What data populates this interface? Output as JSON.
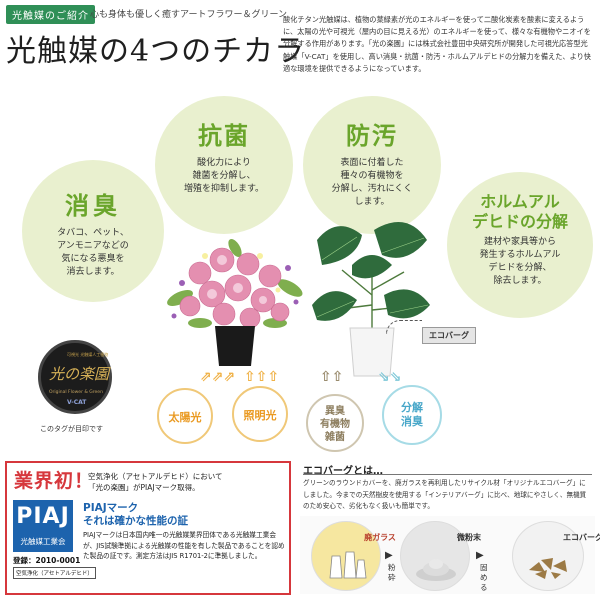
{
  "header": {
    "tag": "光触媒のご紹介",
    "subtitle": "心も身体も優しく癒すアートフラワー＆グリーン",
    "title": "光触媒の4つのチカラ",
    "intro": "酸化チタン光触媒は、植物の葉緑素が光のエネルギーを使って二酸化炭素を酸素に変えるように、太陽の光や可視光（屋内の目に見える光）のエネルギーを使って、様々な有機物やニオイを分解する作用があります。「光の楽園」には株式会社豊田中央研究所が開発した可視光応答型光触媒「V-CAT」を使用し、高い消臭・抗菌・防汚・ホルムアルデヒドの分解力を備えた、より快適な環境を提供できるようになっています。"
  },
  "features": {
    "antibacterial": {
      "title": "抗菌",
      "desc": "酸化力により\n雑菌を分解し、\n増殖を抑制します。"
    },
    "antistain": {
      "title": "防汚",
      "desc": "表面に付着した\n種々の有機物を\n分解し、汚れにくく\nします。"
    },
    "deodorize": {
      "title": "消臭",
      "desc": "タバコ、ペット、\nアンモニアなどの\n気になる悪臭を\n消去します。"
    },
    "formaldehyde": {
      "title": "ホルムアル\nデヒドの分解",
      "desc": "建材や家具等から\n発生するホルムアル\nデヒドを分解、\n除去します。"
    }
  },
  "badge": {
    "small": "可視光 光触媒人工植物",
    "script": "光の楽園",
    "english": "Original Flower & Green",
    "vcat": "V-CAT",
    "caption": "このタグが目印です"
  },
  "light": {
    "sun": "太陽光",
    "interior": "照明光",
    "odor": "異臭\n有機物\n雑菌",
    "decompose": "分解\n消臭",
    "arrow_warm": "⇗⇗⇗",
    "arrow_up": "⇧⇧⇧",
    "arrow_cool": "⇘⇘",
    "arrow_dark": "⇧⇧"
  },
  "eco_tag": "エコバーグ",
  "certification": {
    "title": "業界初！",
    "note": "空気浄化（アセトアルデヒド）において\n「光の楽園」がPIAJマーク取得。",
    "logo": "PIAJ",
    "org": "光触媒工業会",
    "registration": "登録：2010-0001",
    "category": "空気浄化（アセトアルデヒド）",
    "headline": "PIAJマーク\nそれは確かな性能の証",
    "body": "PIAJマークは日本国内唯一の光触媒業界団体である光触媒工業会が、JIS試験準拠による光触媒の性能を有した製品であることを認めた製品の証です。測定方法はJIS R1701-2に準拠しました。"
  },
  "eco_section": {
    "heading": "エコバーグとは…",
    "text": "グリーンのラウンドカバーを、廃ガラスを再利用したリサイクル材「オリジナルエコバーグ」にしました。今までの天然樹皮を使用する「インテリアバーグ」に比べ、地球にやさしく、無機質のため安心で、劣化もなく扱いも簡単です。",
    "step1": "廃ガラス",
    "step2": "微粉末",
    "step3": "エコバーグ",
    "process1": "粉砕",
    "process2": "固める",
    "arrow": "▶"
  }
}
